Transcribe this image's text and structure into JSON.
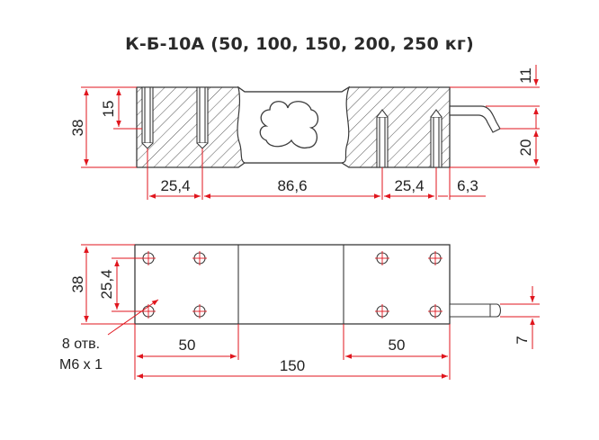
{
  "title": "К-Б-10А (50, 100, 150, 200, 250 кг)",
  "colors": {
    "dimension": "#e0161e",
    "outline": "#3a3a3a",
    "hatch": "#555555"
  },
  "side_view": {
    "height": "38",
    "thread_depth": "15",
    "cable_offset": "11",
    "cable_height": "20",
    "left_pitch": "25,4",
    "center_span": "86,6",
    "right_pitch": "25,4",
    "cable_tail": "6,3"
  },
  "top_view": {
    "height": "38",
    "hole_pitch": "25,4",
    "holes_note_line1": "8 отв.",
    "holes_note_line2": "М6 х 1",
    "left_block": "50",
    "right_block": "50",
    "total_length": "150",
    "cable_width": "7"
  }
}
